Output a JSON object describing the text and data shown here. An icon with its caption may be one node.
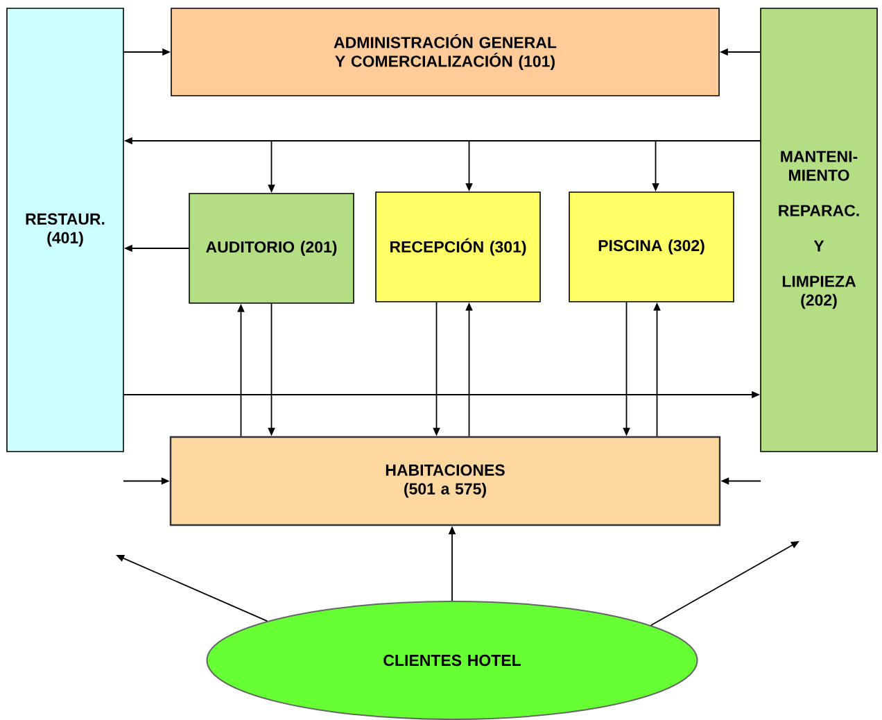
{
  "diagram": {
    "nodes": [
      {
        "text": [
          "ADMINISTRACIÓN GENERAL Y COMERCIALIZACIÓN (101)"
        ]
      },
      {
        "text": [
          "RESTAUR. (401)"
        ]
      },
      {
        "text": [
          "MANTENI- MIENTO",
          "REPARAC.",
          "Y",
          "LIMPIEZA (202)"
        ]
      },
      {
        "text": [
          "AUDITORIO (201)"
        ]
      },
      {
        "text": [
          "RECEPCIÓN (301)"
        ]
      },
      {
        "text": [
          "PISCINA (302)"
        ]
      },
      {
        "text": [
          "HABITACIONES (501 a 575)"
        ]
      },
      {
        "text": [
          "CLIENTES HOTEL"
        ]
      }
    ],
    "edges": [
      {
        "from": 1,
        "to": 0,
        "arrow": "to"
      },
      {
        "from": 2,
        "to": 0,
        "arrow": "to"
      },
      {
        "from": 2,
        "to": 1,
        "arrow": "to"
      },
      {
        "from": 2,
        "to": 3,
        "arrow": "to"
      },
      {
        "from": 2,
        "to": 4,
        "arrow": "to"
      },
      {
        "from": 2,
        "to": 5,
        "arrow": "to"
      },
      {
        "from": 3,
        "to": 1,
        "arrow": "to"
      },
      {
        "from": 1,
        "to": 2,
        "arrow": "to"
      },
      {
        "from": 3,
        "to": 6,
        "arrow": "to"
      },
      {
        "from": 4,
        "to": 6,
        "arrow": "to"
      },
      {
        "from": 5,
        "to": 6,
        "arrow": "to"
      },
      {
        "from": 6,
        "to": 3,
        "arrow": "to"
      },
      {
        "from": 6,
        "to": 4,
        "arrow": "to"
      },
      {
        "from": 6,
        "to": 5,
        "arrow": "to"
      },
      {
        "from": null,
        "to": 6,
        "arrow": "to"
      },
      {
        "from": null,
        "to": 6,
        "arrow": "to"
      },
      {
        "from": 7,
        "to": null,
        "arrow": "to"
      },
      {
        "from": 7,
        "to": 6,
        "arrow": "to"
      },
      {
        "from": 7,
        "to": null,
        "arrow": "to"
      }
    ]
  }
}
